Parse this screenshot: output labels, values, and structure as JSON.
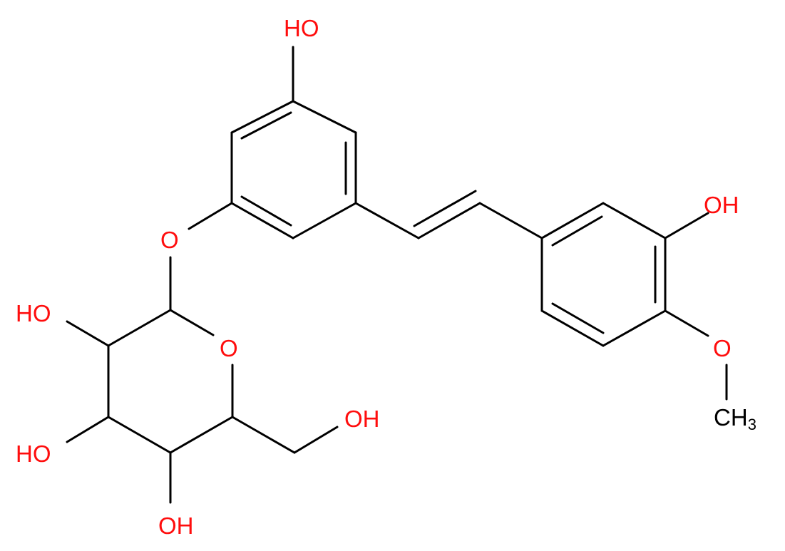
{
  "colors": {
    "bond": "#000000",
    "oxygen": "#ff0d0d",
    "carbon": "#000000"
  },
  "labels": {
    "oh_top": "HO",
    "o_bridge": "O",
    "oh_right": "OH",
    "o_methoxy": "O",
    "methyl_c": "C",
    "methyl_h": "H",
    "methyl_sub": "3",
    "ring_o": "O",
    "oh_left_upper": "HO",
    "oh_left_lower": "HO",
    "oh_ch2": "OH",
    "oh_bottom": "OH"
  }
}
